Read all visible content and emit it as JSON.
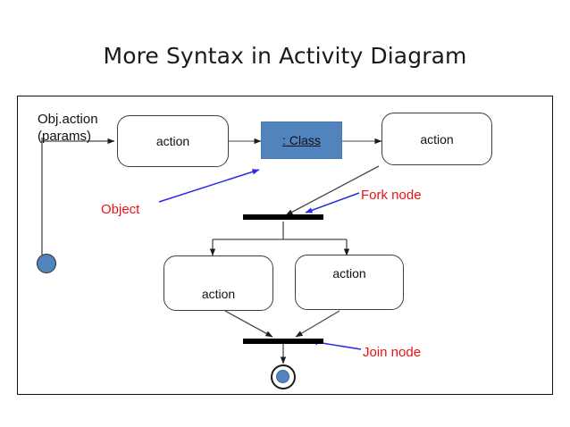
{
  "slide": {
    "title": "More Syntax in Activity Diagram",
    "background_color": "#ffffff",
    "frame_border_color": "#111111"
  },
  "diagram": {
    "type": "uml-activity-diagram",
    "object_label": "Obj.action\n(params)",
    "nodes": [
      {
        "id": "action-top-left",
        "kind": "action",
        "label": "action",
        "shape": "rounded-rect"
      },
      {
        "id": "class-instance",
        "kind": "object-node",
        "label": ": Class",
        "shape": "rect",
        "fill": "#5183bd",
        "underlined": true
      },
      {
        "id": "action-top-right",
        "kind": "action",
        "label": "action",
        "shape": "rounded-rect"
      },
      {
        "id": "action-bottom-left",
        "kind": "action",
        "label": "action",
        "shape": "rounded-rect"
      },
      {
        "id": "action-bottom-right",
        "kind": "action",
        "label": "action",
        "shape": "rounded-rect"
      },
      {
        "id": "fork-bar",
        "kind": "fork",
        "label": ""
      },
      {
        "id": "join-bar",
        "kind": "join",
        "label": ""
      },
      {
        "id": "object-circle",
        "kind": "object-pin",
        "label": "",
        "fill": "#5183bd"
      },
      {
        "id": "final-node",
        "kind": "activity-final",
        "label": "",
        "fill": "#5183bd"
      }
    ],
    "annotations": [
      {
        "id": "object-annotation",
        "text": "Object",
        "color": "#ef1111",
        "pointer_color": "#2a2ae8"
      },
      {
        "id": "fork-annotation",
        "text": "Fork node",
        "color": "#ef1111",
        "pointer_color": "#2a2ae8"
      },
      {
        "id": "join-annotation",
        "text": "Join node",
        "color": "#ef1111",
        "pointer_color": "#2a2ae8"
      }
    ],
    "colors": {
      "accent_blue": "#5183bd",
      "annotation_red": "#ef1111",
      "pointer_blue": "#2a2ae8",
      "edge_gray": "#4a4a4a",
      "bar_black": "#000000"
    }
  }
}
